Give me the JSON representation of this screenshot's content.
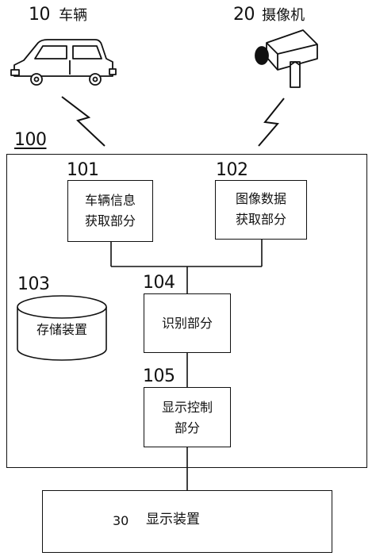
{
  "vehicle": {
    "num": "10",
    "name": "车辆"
  },
  "camera": {
    "num": "20",
    "name": "摄像机"
  },
  "system": {
    "num": "100"
  },
  "vehicle_info": {
    "num": "101",
    "line1": "车辆信息",
    "line2": "获取部分"
  },
  "image_data": {
    "num": "102",
    "line1": "图像数据",
    "line2": "获取部分"
  },
  "storage": {
    "num": "103",
    "name": "存储装置"
  },
  "recognition": {
    "num": "104",
    "name": "识别部分"
  },
  "display_control": {
    "num": "105",
    "line1": "显示控制",
    "line2": "部分"
  },
  "display": {
    "num": "30",
    "name": "显示装置"
  }
}
